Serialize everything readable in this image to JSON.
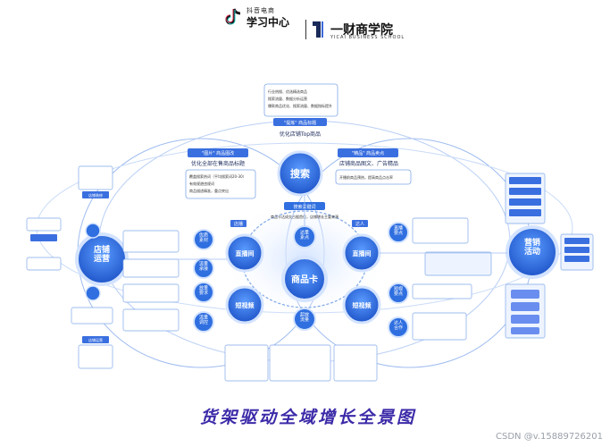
{
  "header": {
    "douyin_sub": "抖音电商",
    "douyin_main": "学习中心",
    "school_main": "一财商学院",
    "school_sub": "YICAI BUSINESS SCHOOL"
  },
  "title": "货架驱动全域增长全景图",
  "watermark": "CSDN @v.15889726201",
  "hub": {
    "center": "商品卡",
    "search": "搜索",
    "store_ops": "店铺\n运营",
    "marketing": "营销\n活动",
    "live_left": "直播间",
    "video_left": "短视频",
    "live_right": "直播间",
    "video_right": "短视频"
  },
  "nodes": {
    "left_a": "优质\n素材",
    "left_b": "流量\n承接",
    "left_c": "放量\n要求",
    "left_d": "流量\n调控",
    "mid_top": "达量\n素点",
    "mid_bottom": "起放\n流量",
    "right_a": "直播\n要点",
    "right_b": "短视\n要点",
    "right_c": "达人\n合作",
    "store_top": "店铺装修",
    "store_bottom": "店铺运营"
  },
  "top_panel": {
    "title": "优化店铺Top商品",
    "header_tag": "\"提炼\" 商品标题",
    "items": [
      "行业热搜、优选精选商品",
      "搜索流量、数据分析运营",
      "爆款商品优化、搜索流量、数据指标提升"
    ]
  },
  "left_panel": {
    "tag": "\"图片\" 商品图改",
    "title": "优化全部在售商品标题",
    "items": [
      "覆盖搜索热词（平均搜索词20-30）",
      "有效规避违规词",
      "商品描述精准，重点突出"
    ]
  },
  "right_panel": {
    "tag": "\"精品\" 商品卖点",
    "title": "店铺商品图文、广告精品",
    "items": [
      "开播前商品预热，提高商品点击率"
    ]
  },
  "misc": {
    "center_top_label": "搜索关键词",
    "center_note": "商品卡达成交占据首位，店铺增长主要来源",
    "left_flag": "店播",
    "right_flag": "达人"
  },
  "colors": {
    "ring": "#7fa7e8",
    "node_fill": "#2f6fe0",
    "node_light": "#b9d3ff",
    "accent": "#3b2aa8",
    "panel": "#eef4ff"
  }
}
